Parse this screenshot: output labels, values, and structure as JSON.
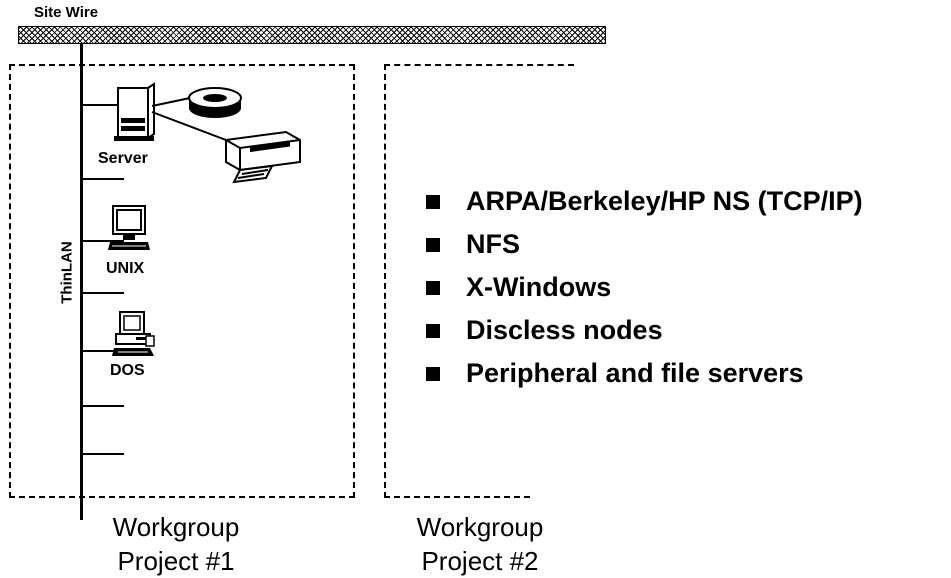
{
  "site_wire": {
    "label": "Site Wire"
  },
  "lan": {
    "label": "ThinLAN"
  },
  "nodes": [
    {
      "label": "Server"
    },
    {
      "label": "UNIX"
    },
    {
      "label": "DOS"
    }
  ],
  "features": [
    "ARPA/Berkeley/HP NS (TCP/IP)",
    "NFS",
    "X-Windows",
    "Discless nodes",
    "Peripheral and file servers"
  ],
  "workgroups": [
    {
      "line1": "Workgroup",
      "line2": "Project #1"
    },
    {
      "line1": "Workgroup",
      "line2": "Project #2"
    }
  ]
}
